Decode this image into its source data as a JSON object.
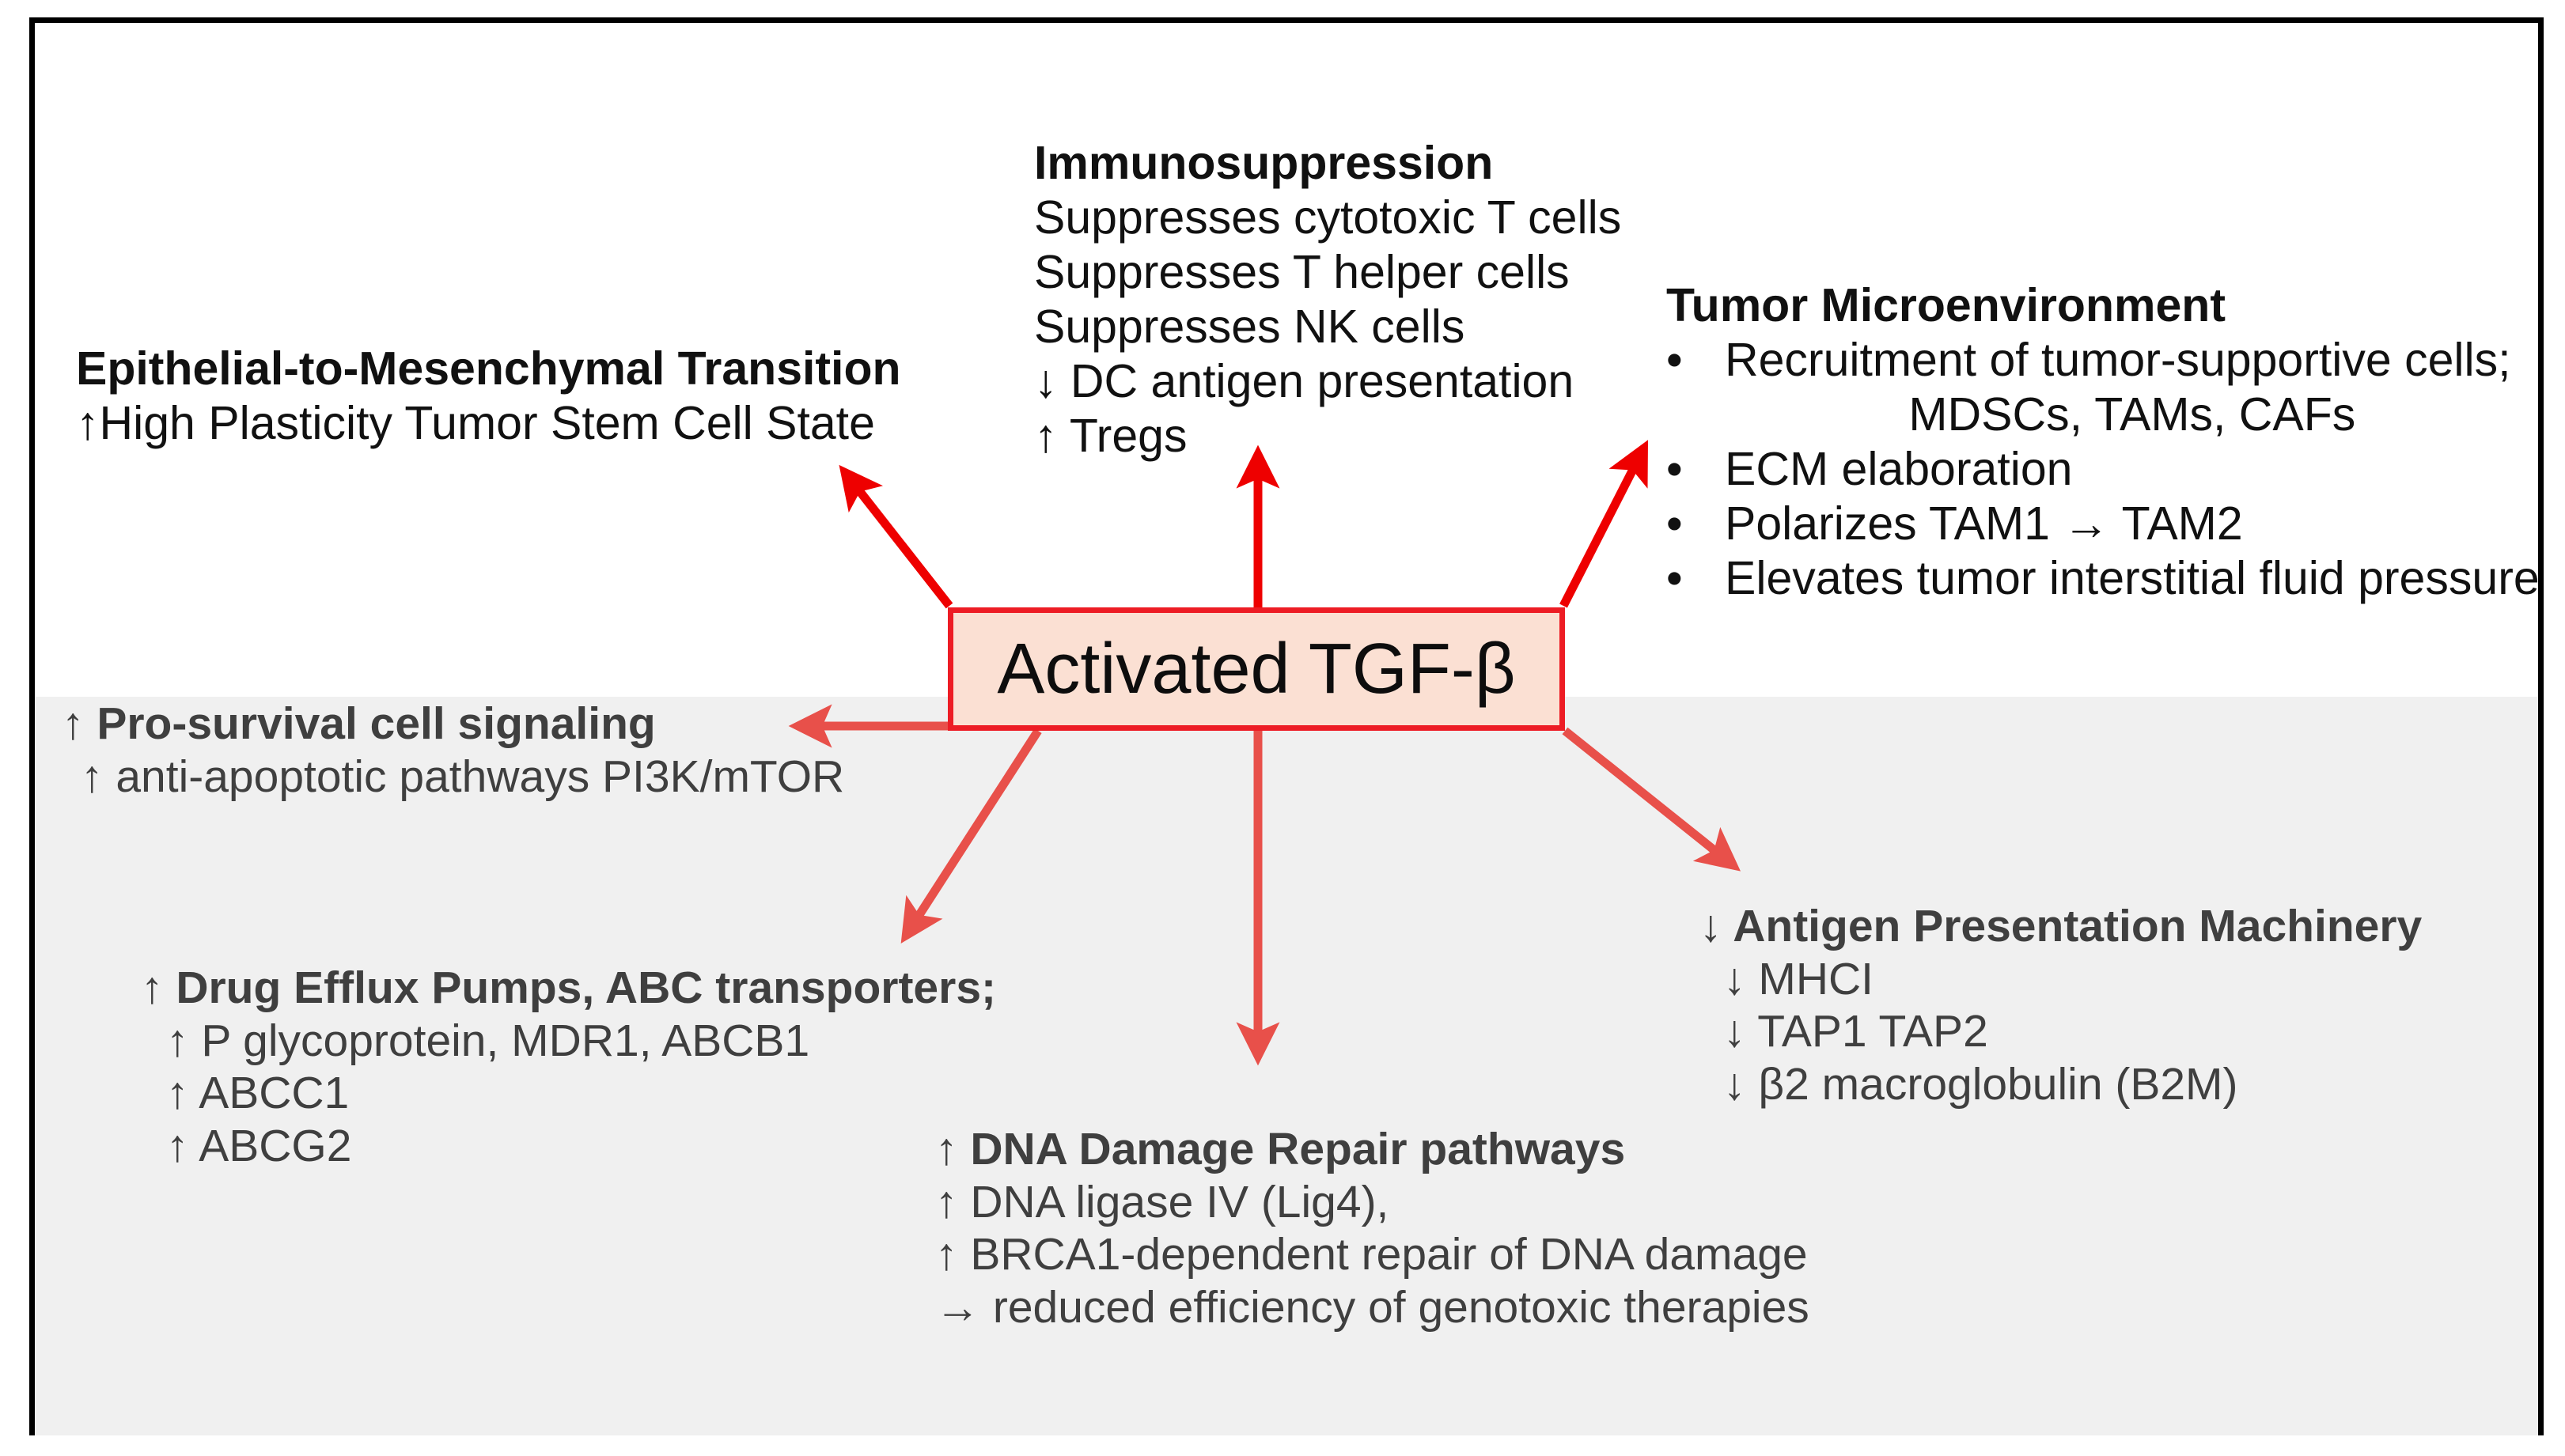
{
  "figure": {
    "center_node": {
      "label": "Activated TGF-β"
    },
    "colors": {
      "node_fill": "#fbe0d3",
      "node_border": "#ed1c24",
      "arrow_bright": "#ee0000",
      "arrow_muted": "#e8504a",
      "band_background": "#f0f0f0",
      "frame_border": "#000000",
      "text_top": "#111111",
      "text_bottom": "#3f3f3f"
    }
  },
  "emt": {
    "heading": "Epithelial-to-Mesenchymal Transition",
    "lines": [
      "↑High Plasticity Tumor Stem Cell State"
    ]
  },
  "immunosuppression": {
    "heading": "Immunosuppression",
    "lines": [
      "Suppresses cytotoxic T cells",
      "Suppresses T helper cells",
      "Suppresses NK cells",
      "↓ DC antigen presentation",
      "↑ Tregs"
    ]
  },
  "tumor_microenvironment": {
    "heading": "Tumor Microenvironment",
    "bullets": [
      {
        "bullet": "•",
        "text": "Recruitment of tumor-supportive cells;",
        "sub": "MDSCs, TAMs, CAFs"
      },
      {
        "bullet": "•",
        "text": "ECM elaboration"
      },
      {
        "bullet": "•",
        "text": "Polarizes TAM1 → TAM2"
      },
      {
        "bullet": "•",
        "text": "Elevates tumor interstitial fluid pressure"
      }
    ]
  },
  "pro_survival": {
    "heading": "↑ Pro-survival cell signaling",
    "lines": [
      "↑ anti-apoptotic pathways PI3K/mTOR"
    ]
  },
  "drug_efflux": {
    "heading": "↑ Drug Efflux Pumps, ABC transporters;",
    "lines": [
      "↑  P glycoprotein, MDR1, ABCB1",
      "↑  ABCC1",
      "↑  ABCG2"
    ]
  },
  "dna_damage_repair": {
    "heading": "↑ DNA Damage Repair pathways",
    "lines": [
      "↑ DNA ligase IV (Lig4),",
      "↑ BRCA1-dependent repair of DNA damage",
      "→ reduced efficiency of genotoxic therapies"
    ]
  },
  "antigen_presentation": {
    "heading": "↓ Antigen Presentation Machinery",
    "lines": [
      "↓ MHCI",
      "↓ TAP1 TAP2",
      "↓ β2 macroglobulin (B2M)"
    ]
  },
  "arrows": [
    {
      "name": "arrow-to-emt",
      "from": "node-top-left",
      "to": "epithelial-to-mesenchymal-transition"
    },
    {
      "name": "arrow-to-immunosuppression",
      "from": "node-top",
      "to": "immunosuppression"
    },
    {
      "name": "arrow-to-tumor-microenvironment",
      "from": "node-top-right",
      "to": "tumor-microenvironment"
    },
    {
      "name": "arrow-to-pro-survival",
      "from": "node-left",
      "to": "pro-survival-cell-signaling"
    },
    {
      "name": "arrow-to-drug-efflux",
      "from": "node-bottom-left",
      "to": "drug-efflux-pumps"
    },
    {
      "name": "arrow-to-dna-damage-repair",
      "from": "node-bottom",
      "to": "dna-damage-repair"
    },
    {
      "name": "arrow-to-antigen-presentation",
      "from": "node-bottom-right",
      "to": "antigen-presentation-machinery"
    }
  ]
}
